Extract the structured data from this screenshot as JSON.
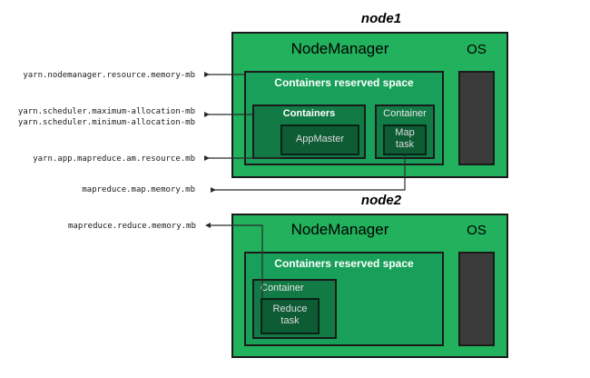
{
  "diagram": {
    "title_node1": "node1",
    "title_node2": "node2",
    "colors": {
      "node_green": "#22b15c",
      "reserved_green": "#18a05a",
      "containers_green": "#117a45",
      "task_green": "#0d5c34",
      "os_dark": "#3b3b3b",
      "outline": "#1a1a1a",
      "label_text": "#1a1a1a"
    }
  },
  "labels": [
    {
      "id": "nm-resource-memory",
      "text": "yarn.nodemanager.resource.memory-mb"
    },
    {
      "id": "scheduler-max-alloc",
      "text": "yarn.scheduler.maximum-allocation-mb"
    },
    {
      "id": "scheduler-min-alloc",
      "text": "yarn.scheduler.minimum-allocation-mb"
    },
    {
      "id": "am-resource",
      "text": "yarn.app.mapreduce.am.resource.mb"
    },
    {
      "id": "map-memory",
      "text": "mapreduce.map.memory.mb"
    },
    {
      "id": "reduce-memory",
      "text": "mapreduce.reduce.memory.mb"
    }
  ],
  "node1": {
    "title": "node1",
    "nodemanager_label": "NodeManager",
    "os_label": "OS",
    "reserved_label": "Containers reserved space",
    "containers_label": "Containers",
    "appmaster_label": "AppMaster",
    "container_label": "Container",
    "map_task_line1": "Map",
    "map_task_line2": "task"
  },
  "node2": {
    "title": "node2",
    "nodemanager_label": "NodeManager",
    "os_label": "OS",
    "reserved_label": "Containers reserved space",
    "container_label": "Container",
    "reduce_task_line1": "Reduce",
    "reduce_task_line2": "task"
  }
}
